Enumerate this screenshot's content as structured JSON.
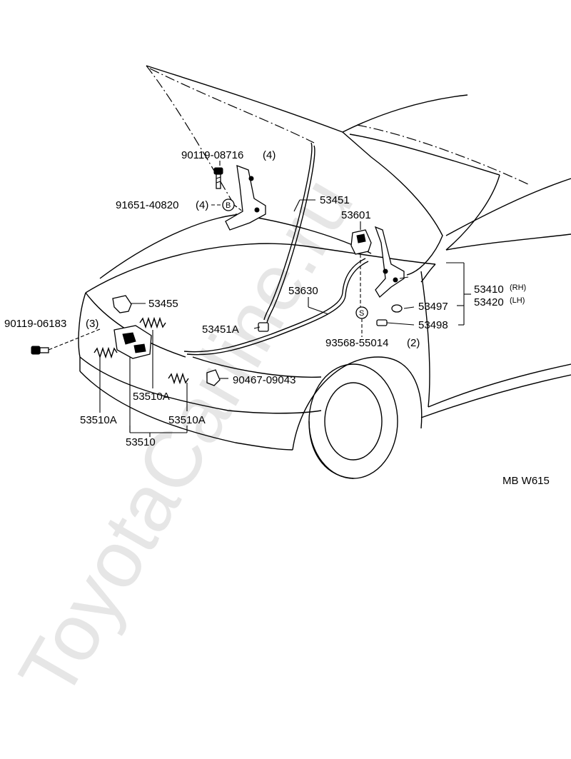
{
  "watermark": "ToyotaCarline.ru",
  "diagram_code": "MB W615",
  "parts": {
    "bolt_hinge": "90119-08716",
    "bolt_hinge_qty": "(4)",
    "nut_hinge": "91651-40820",
    "nut_hinge_qty": "(4)",
    "nut_hinge_marker": "B",
    "hood_support_rod": "53451",
    "hood_lock_release_lever": "53601",
    "release_cable": "53630",
    "hood_support_holder": "53451A",
    "bumper_cushion": "53455",
    "bolt_lock": "90119-06183",
    "bolt_lock_qty": "(3)",
    "clip": "90467-09043",
    "hinge_rh": "53410",
    "hinge_rh_side": "(RH)",
    "hinge_lh": "53420",
    "hinge_lh_side": "(LH)",
    "cushion_a": "53497",
    "cushion_b": "53498",
    "screw": "93568-55014",
    "screw_qty": "(2)",
    "screw_marker": "S",
    "lock_spring_upper": "53510A",
    "lock_spring_left": "53510A",
    "lock_spring_right": "53510A",
    "hood_lock_assy": "53510"
  }
}
